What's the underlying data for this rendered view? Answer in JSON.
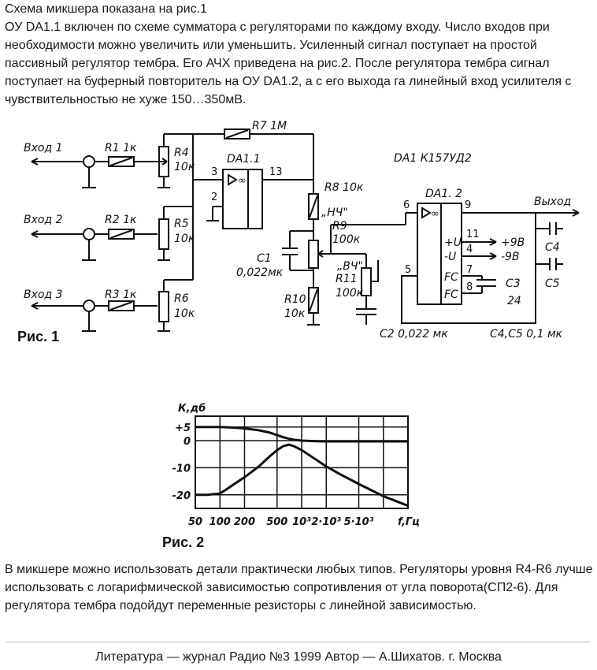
{
  "article": {
    "intro_title": "Схема микшера показана на рис.1",
    "intro_body": "ОУ DA1.1 включен по схеме сумматора с регуляторами по каждому входу. Число входов при необходимости можно увеличить или уменьшить. Усиленный сигнал поступает на простой пассивный регулятор тембра. Его АЧХ приведена на рис.2. После регулятора тембра сигнал поступает на буферный повторитель на ОУ DA1.2, а с его выхода га линейный вход усилителя с чувствительностью не хуже 150…350мВ.",
    "outro": "В микшере можно использовать детали практически любых типов. Регуляторы уровня R4-R6 лучше использовать с логарифмической зависимостью сопротивления  от угла поворота(СП2-6). Для регулятора тембра подойдут переменные резисторы с линейной зависимостью.",
    "reference": "Литература — журнал Радио №3 1999 Автор — А.Шихатов. г. Москва"
  },
  "schematic": {
    "fig_label": "Рис. 1",
    "inputs": [
      "Вход 1",
      "Вход 2",
      "Вход 3"
    ],
    "r_in": [
      "R1 1к",
      "R2 1к",
      "R3 1к"
    ],
    "pots_name": [
      "R4",
      "R5",
      "R6"
    ],
    "pots_val": [
      "10к",
      "10к",
      "10к"
    ],
    "r7": "R7 1М",
    "da11": "DA1.1",
    "pin3": "3",
    "pin2": "2",
    "pin13": "13",
    "r8": "R8 10к",
    "nch": "„НЧ\"",
    "r9": "R9",
    "r9_val": "100к",
    "vch": "„ВЧ\"",
    "r11": "R11",
    "r11_val": "100к",
    "c1": "C1",
    "c1_val": "0,022мк",
    "r10": "R10",
    "r10_val": "10к",
    "c2": "C2  0,022 мк",
    "da1_title": "DA1   К157УД2",
    "da12": "DA1. 2",
    "pin6": "6",
    "pin9": "9",
    "pin11": "11",
    "pin4": "4",
    "pin7": "7",
    "pin8": "8",
    "pin5": "5",
    "plus_u": "+U",
    "minus_u": "-U",
    "fc": "FC",
    "output": "Выход",
    "plus9": "+9В",
    "minus9": "-9В",
    "c4": "C4",
    "c5": "C5",
    "c3": "C3",
    "c3_val": "24",
    "c45": "C4,C5  0,1 мк"
  },
  "chart_data": {
    "type": "line",
    "title": "",
    "fig_label": "Рис. 2",
    "ylabel": "К,дб",
    "xlabel": "f,Гц",
    "x_scale": "log",
    "xlim": [
      50,
      20000
    ],
    "ylim": [
      -25,
      9
    ],
    "grid": true,
    "legend": "none",
    "x_ticks": [
      "50",
      "100",
      "200",
      "500",
      "10³",
      "2·10³",
      "5·10³"
    ],
    "y_ticks": [
      "+5",
      "0",
      "-10",
      "-20"
    ],
    "y_tick_values": [
      5,
      0,
      -10,
      -20
    ],
    "series": [
      {
        "x": [
          50,
          70,
          100,
          150,
          200,
          300,
          400,
          500,
          600,
          700,
          800,
          1000,
          1500,
          2000,
          3000,
          5000,
          10000,
          20000
        ],
        "y": [
          5,
          5,
          5,
          4.8,
          4.5,
          3.8,
          3,
          2,
          1.2,
          0.7,
          0.3,
          0,
          -0.2,
          -0.3,
          -0.3,
          -0.3,
          -0.3,
          -0.3
        ]
      },
      {
        "x": [
          50,
          70,
          100,
          120,
          150,
          200,
          300,
          400,
          500,
          600,
          700,
          800,
          1000,
          1500,
          2000,
          3000,
          5000,
          10000,
          20000
        ],
        "y": [
          -20,
          -20,
          -19.5,
          -18,
          -16,
          -13.5,
          -9.5,
          -6,
          -3.5,
          -2,
          -1.5,
          -2,
          -3.5,
          -7,
          -9.5,
          -12.5,
          -16,
          -20.5,
          -24
        ]
      }
    ]
  }
}
